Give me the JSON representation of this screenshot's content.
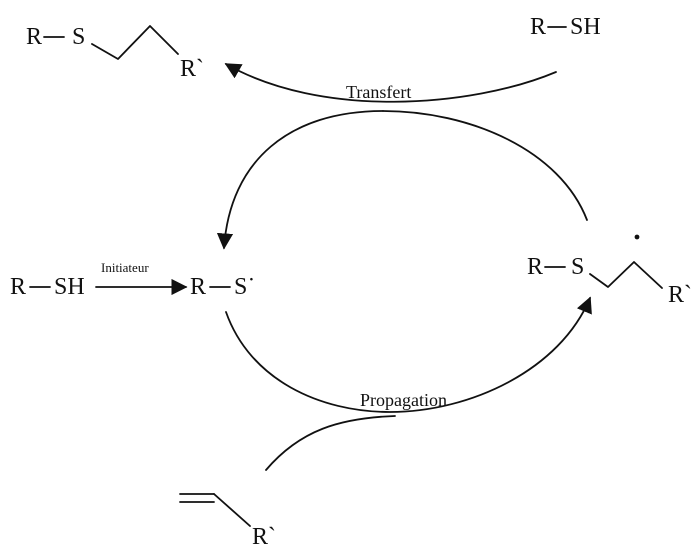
{
  "diagram": {
    "product": {
      "r": "R",
      "s": "S",
      "r2": "R`"
    },
    "thiol_top": {
      "r": "R",
      "sh": "SH"
    },
    "thiol_left": {
      "r": "R",
      "sh": "SH"
    },
    "initiator_label": "Initiateur",
    "thiyl_radical": {
      "r": "R",
      "s": "S˙"
    },
    "carbon_radical": {
      "r": "R",
      "s": "S",
      "r2": "R`"
    },
    "alkene": {
      "r2": "R`"
    },
    "transfer_label": "Transfert",
    "propagation_label": "Propagation"
  }
}
